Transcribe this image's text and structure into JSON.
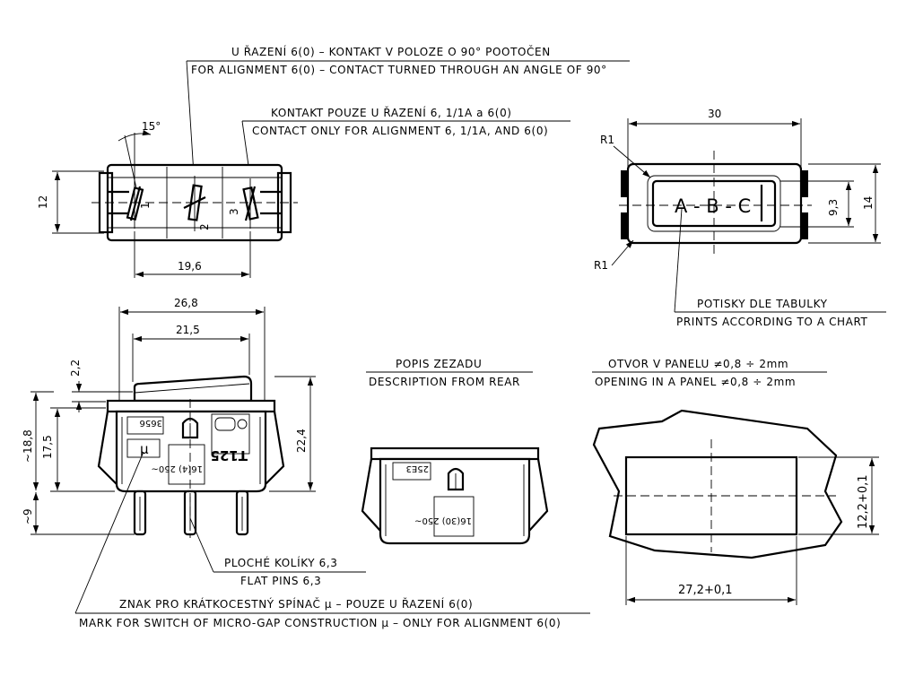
{
  "notes": {
    "alignment_cz": "U ŘAZENÍ 6(0) – KONTAKT V POLOZE O 90° POOTOČEN",
    "alignment_en": "FOR ALIGNMENT 6(0) – CONTACT TURNED THROUGH AN ANGLE OF 90°",
    "contact_cz": "KONTAKT POUZE U ŘAZENÍ 6, 1/1A a 6(0)",
    "contact_en": "CONTACT ONLY FOR ALIGNMENT 6, 1/1A, AND 6(0)",
    "prints_cz": "POTISKY DLE TABULKY",
    "prints_en": "PRINTS ACCORDING TO A CHART",
    "rear_cz": "POPIS ZEZADU",
    "rear_en": "DESCRIPTION FROM REAR",
    "opening_cz": "OTVOR V PANELU ≠0,8 ÷ 2mm",
    "opening_en": "OPENING IN A PANEL ≠0,8 ÷ 2mm",
    "pins_cz": "PLOCHÉ KOLÍKY 6,3",
    "pins_en": "FLAT PINS 6,3",
    "mark_cz": "ZNAK PRO KRÁTKOCESTNÝ SPÍNAČ µ – POUZE U ŘAZENÍ 6(0)",
    "mark_en": "MARK FOR SWITCH OF MICRO-GAP CONSTRUCTION µ – ONLY FOR ALIGNMENT 6(0)"
  },
  "top_view": {
    "angle": "15°",
    "dim_height": "12",
    "dim_width": "19,6",
    "contacts": [
      "1",
      "2",
      "3"
    ]
  },
  "front_view": {
    "dim_width": "30",
    "dim_inner_height": "9,3",
    "dim_height": "14",
    "radius_top": "R1",
    "radius_bottom": "R1",
    "letters": "A - B - C"
  },
  "side_view": {
    "dim_outer_width": "26,8",
    "dim_inner_width": "21,5",
    "dim_rocker": "2,2",
    "dim_body": "17,5",
    "dim_total": "~18,8",
    "dim_pins": "~9",
    "dim_height": "22,4",
    "code": "3656",
    "micro_mark": "µ",
    "rating": "16(4) 250~",
    "approval": "T125"
  },
  "rear_view": {
    "code": "25E3",
    "rating": "16(30) 250~"
  },
  "panel_cutout": {
    "dim_width": "27,2+0,1",
    "dim_height": "12,2+0,1"
  }
}
